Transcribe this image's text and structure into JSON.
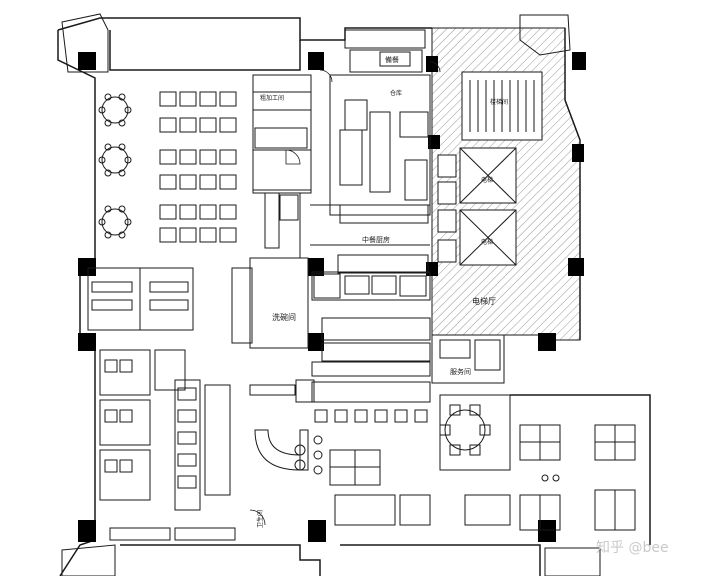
{
  "labels": {
    "room_top": "備餐",
    "room_kitchen_left": "粗加工间",
    "room_kitchen_right": "仓库",
    "room_kitchen_main": "中餐厨房",
    "room_dish": "洗碗间",
    "room_service": "服务间",
    "room_stair": "楼梯间",
    "room_lift": "电梯",
    "room_lift2": "电梯",
    "room_hall": "电梯厅",
    "room_small": "卫生间"
  },
  "watermark": "知乎 @bee",
  "colors": {
    "line": "#1a1a1a",
    "column": "#000000",
    "hatch": "#9a9a9a"
  }
}
